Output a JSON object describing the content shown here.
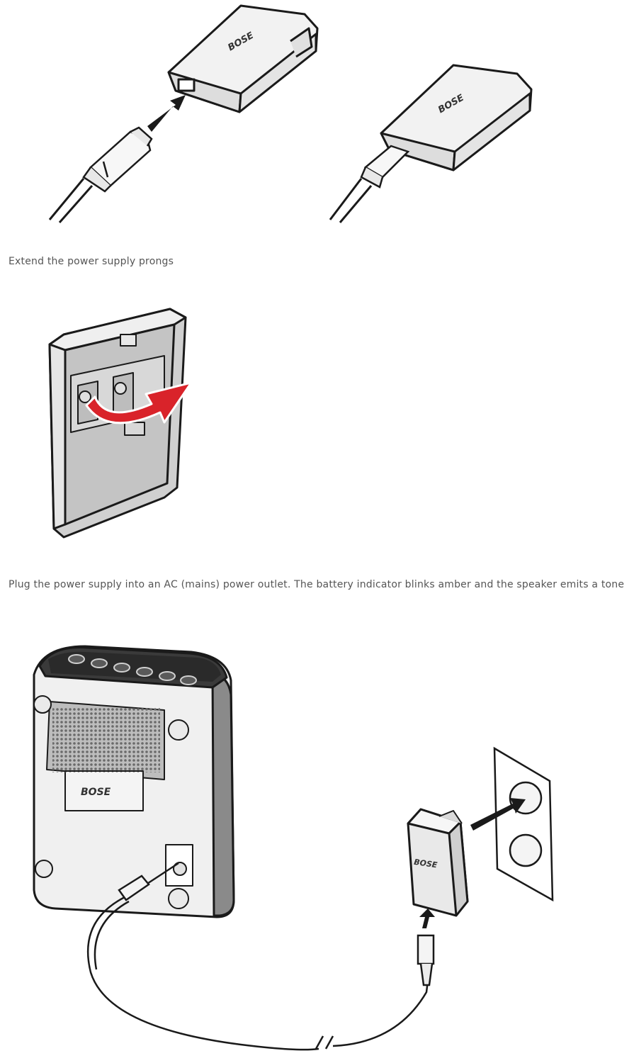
{
  "steps": [
    {
      "caption": "Extend the power supply prongs"
    },
    {
      "caption": "Plug the power supply into an AC (mains) power outlet. The battery indicator blinks amber and the speaker emits a tone"
    }
  ],
  "brand": {
    "logo_text": "BOSE"
  },
  "colors": {
    "arrow_red": "#d9232a",
    "outline": "#1a1a1a",
    "body_fill": "#ebebeb",
    "panel_fill": "#c9c9c9",
    "caption": "#555555"
  }
}
